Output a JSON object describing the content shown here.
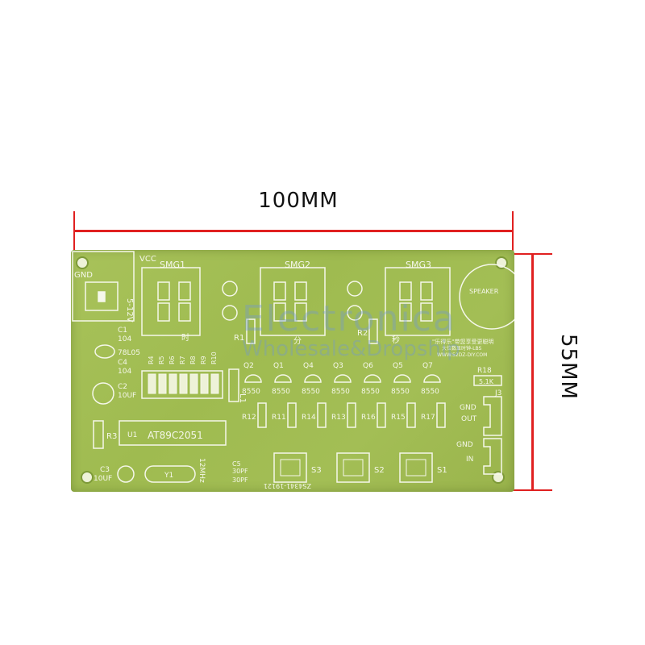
{
  "dimensions": {
    "width": "100MM",
    "height": "55MM"
  },
  "silkscreen": {
    "vcc": "VCC",
    "gnd": "GND",
    "supply": "5-12V",
    "segments": [
      "SMG1",
      "SMG2",
      "SMG3"
    ],
    "segment_captions": [
      "时",
      "分",
      "秒"
    ],
    "speaker": "SPEAKER",
    "transistors": [
      "Q2",
      "Q1",
      "Q4",
      "Q3",
      "Q6",
      "Q5",
      "Q7"
    ],
    "transistor_type": "8550",
    "bottom_resistors": [
      "R12",
      "R11",
      "R14",
      "R13",
      "R16",
      "R15",
      "R17"
    ],
    "buttons": [
      "S3",
      "S2",
      "S1"
    ],
    "mcu_ref": "U1",
    "mcu": "AT89C2051",
    "crystal": "Y1",
    "crystal_freq": "12MHz",
    "regulator": "78L05",
    "caps": {
      "c1": "C1",
      "c1_val": "104",
      "c4": "C4",
      "c4_val": "104",
      "c2": "C2",
      "c2_val": "10UF",
      "c3": "C3",
      "c3_val": "10UF",
      "c5": "C5",
      "c5_val": "30PF",
      "c6_val": "30PF"
    },
    "r3": "R3",
    "r1": "R1",
    "r2": "R2",
    "r18": "R18",
    "r18_val": "5.1K",
    "array_labels": [
      "R4",
      "R5",
      "R6",
      "R7",
      "R8",
      "R9",
      "R10"
    ],
    "l1": "L1",
    "j3": "J3",
    "j3_pins": [
      "GND",
      "OUT"
    ],
    "in_pins": [
      "GND",
      "IN"
    ],
    "brand_line1": "\"乐得乐\"带您享受更聪明",
    "brand_line2": "大位数显时钟-LBS",
    "brand_url": "WWW.52DZ-DIY.COM",
    "serial": "ZS4341-19121"
  },
  "watermark": {
    "line1": "Electronica",
    "line2": "Wholesale&Dropship"
  }
}
